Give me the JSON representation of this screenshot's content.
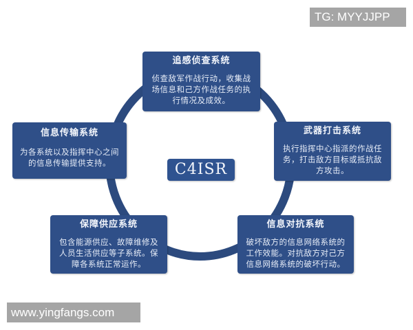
{
  "diagram": {
    "center": {
      "label": "C4ISR"
    },
    "ring_color": "#2c4a7e",
    "box_color": "#2f4f88",
    "nodes": [
      {
        "position": "top",
        "title": "追感侦查系统",
        "description": "侦查敌军作战行动，收集战场信息和己方作战任务的执行情况及成效。",
        "lines": [
          "侦查敌军作战行动，收集战",
          "场信息和己方作战任务的执",
          "行情况及成效。"
        ]
      },
      {
        "position": "right",
        "title": "武器打击系统",
        "description": "执行指挥中心指派的作战任务，打击敌方目标或抵抗敌方攻击。",
        "lines": [
          "执行指挥中心指派的作战任",
          "务，打击敌方目标或抵抗敌",
          "方攻击。"
        ]
      },
      {
        "position": "bottom-right",
        "title": "信息对抗系统",
        "description": "破坏敌方的信息网络系统的工作效能。对抗敌方对己方信息网络系统的破坏行动。",
        "lines": [
          "破坏敌方的信息网络系统的",
          "工作效能。对抗敌方对己方",
          "信息网络系统的破坏行动。"
        ]
      },
      {
        "position": "bottom-left",
        "title": "保障供应系统",
        "description": "包含能源供应、故障维修及人员生活供应等子系统。保障各系统正常运作。",
        "lines": [
          "包含能源供应、故障维修及",
          "人员生活供应等子系统。保",
          "障各系统正常运作。"
        ]
      },
      {
        "position": "left",
        "title": "信息传输系统",
        "description": "为各系统以及指挥中心之间的信息传输提供支持。",
        "lines": [
          "为各系统以及指挥中心之间",
          "的信息传输提供支持。"
        ]
      }
    ]
  },
  "watermarks": {
    "top_right": "TG: MYYJJPP",
    "bottom_left": "www.yingfangs.com"
  }
}
